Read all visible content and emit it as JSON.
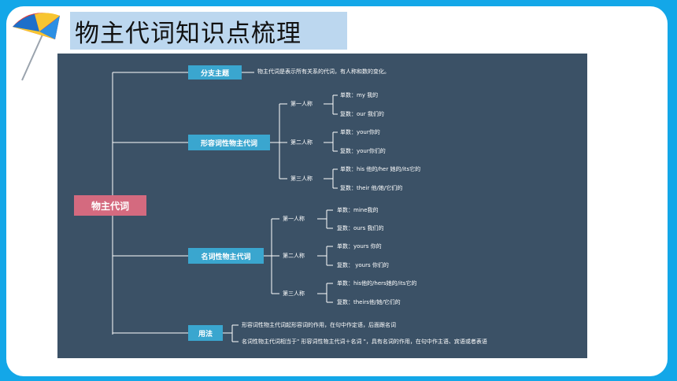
{
  "title": "物主代词知识点梳理",
  "colors": {
    "background": "#13a7e8",
    "panel": "#3b5166",
    "root": "#d46a7f",
    "branch": "#3aa6cf",
    "title_box": "#bcd7ef"
  },
  "mindmap": {
    "root": "物主代词",
    "branches": {
      "topic": {
        "label": "分支主题",
        "desc": "物主代词是表示所有关系的代词，有人称和数的变化。"
      },
      "adjective": {
        "label": "形容词性物主代词",
        "first": {
          "label": "第一人称",
          "singular": "单数：my 我的",
          "plural": "复数：our 我们的"
        },
        "second": {
          "label": "第二人称",
          "singular": "单数：your你的",
          "plural": "复数：your你们的"
        },
        "third": {
          "label": "第三人称",
          "singular": "单数：his 他的/her 她的/its它的",
          "plural": "复数：their 他/她/它们的"
        }
      },
      "noun": {
        "label": "名词性物主代词",
        "first": {
          "label": "第一人称",
          "singular": "单数：mine我的",
          "plural": "复数：ours 我们的"
        },
        "second": {
          "label": "第二人称",
          "singular": "单数：yours 你的",
          "plural": "复数： yours 你们的"
        },
        "third": {
          "label": "第三人称",
          "singular": "单数：his他的/hers她的/its它的",
          "plural": "复数：theirs他/她/它们的"
        }
      },
      "usage": {
        "label": "用法",
        "line1": "形容词性物主代词起形容词的作用，在句中作定语，后面跟名词",
        "line2": "名词性物主代词相当于\" 形容词性物主代词＋名词 \"，具有名词的作用，在句中作主语、宾语或者表语"
      }
    }
  }
}
